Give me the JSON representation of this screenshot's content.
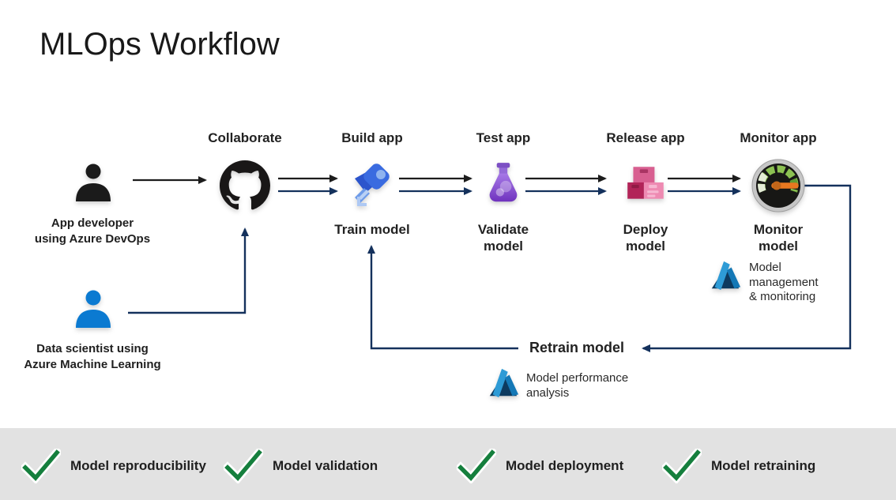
{
  "title": "MLOps Workflow",
  "colors": {
    "arrow_black": "#1c1c1c",
    "arrow_navy": "#14315c",
    "footer_bg": "#e2e2e2",
    "check_green": "#157f3d",
    "developer_icon": "#1b1b1b",
    "scientist_icon": "#0b7ad1"
  },
  "actors": {
    "developer": {
      "lines": [
        "App developer",
        "using Azure DevOps"
      ]
    },
    "scientist": {
      "lines": [
        "Data scientist using",
        "Azure Machine Learning"
      ]
    }
  },
  "stages": {
    "collaborate": {
      "top": "Collaborate"
    },
    "build": {
      "top": "Build app",
      "bottom1": "Train model",
      "bottom2": ""
    },
    "test": {
      "top": "Test app",
      "bottom1": "Validate",
      "bottom2": "model"
    },
    "release": {
      "top": "Release app",
      "bottom1": "Deploy",
      "bottom2": "model"
    },
    "monitor": {
      "top": "Monitor app",
      "bottom1": "Monitor",
      "bottom2": "model"
    }
  },
  "annotations": {
    "management": {
      "lines": [
        "Model",
        "management",
        "& monitoring"
      ]
    },
    "performance": {
      "lines": [
        "Model performance",
        "analysis"
      ]
    }
  },
  "retrain": {
    "label": "Retrain model"
  },
  "footer": {
    "items": [
      {
        "label": "Model reproducibility"
      },
      {
        "label": "Model validation"
      },
      {
        "label": "Model deployment"
      },
      {
        "label": "Model retraining"
      }
    ]
  }
}
